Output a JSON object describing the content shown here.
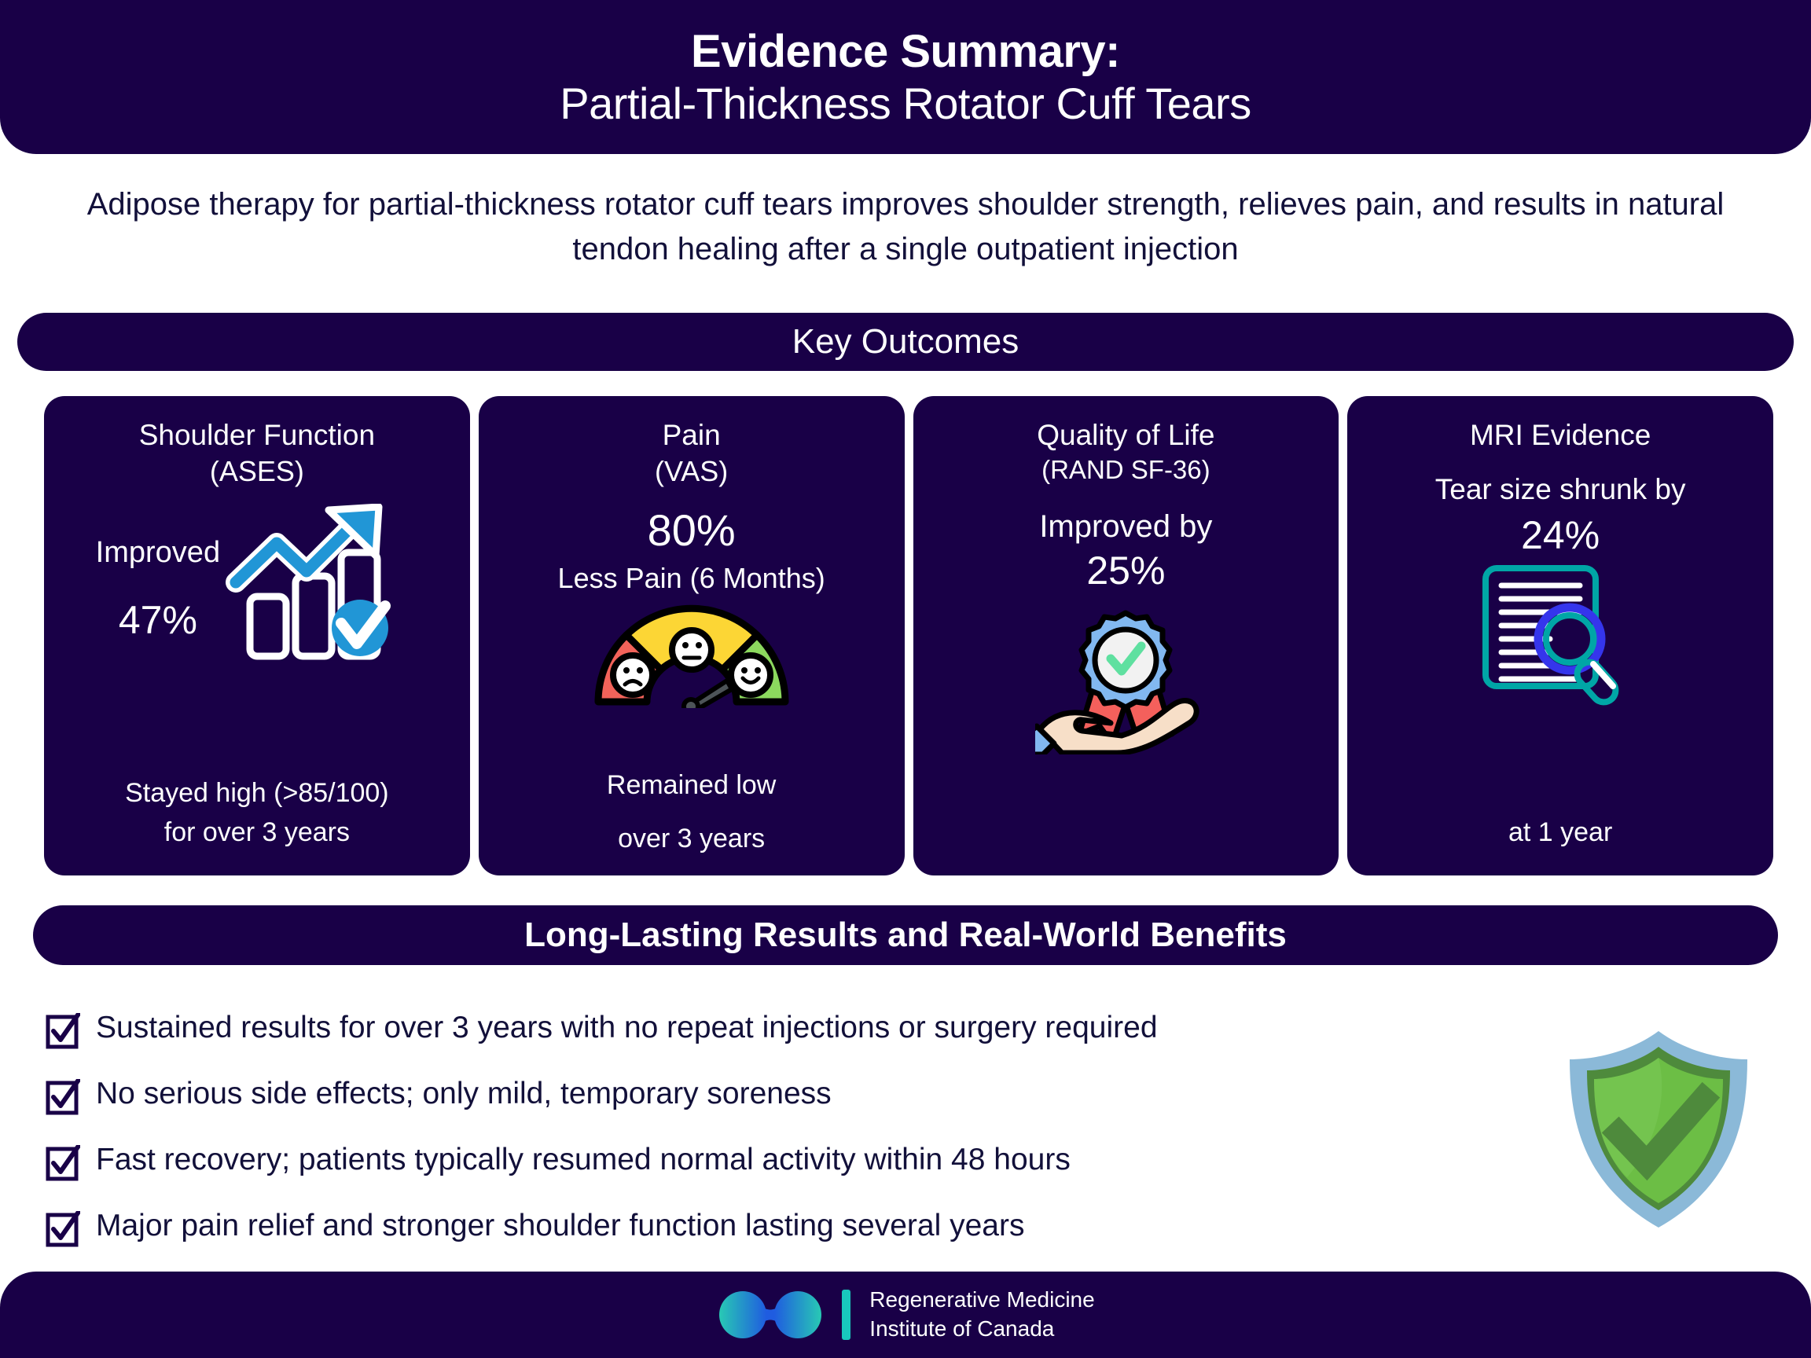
{
  "header": {
    "line1": "Evidence Summary:",
    "line2": "Partial-Thickness Rotator Cuff Tears"
  },
  "subtitle": "Adipose therapy for partial-thickness rotator cuff tears improves shoulder strength, relieves pain, and results in natural tendon healing after a single outpatient injection",
  "sections": {
    "key_outcomes_banner": "Key Outcomes",
    "long_lasting_banner": "Long-Lasting Results and Real-World Benefits"
  },
  "cards": [
    {
      "title": "Shoulder Function",
      "subtitle": "(ASES)",
      "label": "Improved",
      "value": "47%",
      "footer_line1": "Stayed high (>85/100)",
      "footer_line2": "for over 3 years",
      "icon": "bar-chart-up-arrow-check-icon"
    },
    {
      "title": "Pain",
      "subtitle": "(VAS)",
      "value": "80%",
      "label": "Less Pain (6 Months)",
      "footer_line1": "Remained low",
      "footer_line2": "over 3 years",
      "icon": "satisfaction-gauge-icon"
    },
    {
      "title": "Quality of Life",
      "subtitle": "(RAND SF-36)",
      "label": "Improved by",
      "value": "25%",
      "icon": "hand-holding-award-badge-icon"
    },
    {
      "title": "MRI Evidence",
      "label": "Tear size shrunk by",
      "value": "24%",
      "footer_line1": "at 1 year",
      "icon": "document-magnifier-icon"
    }
  ],
  "benefits": [
    "Sustained results for over 3 years with no repeat injections or surgery required",
    "No serious side effects; only mild, temporary soreness",
    "Fast recovery; patients typically resumed normal activity within 48 hours",
    "Major pain relief and stronger shoulder function lasting several years"
  ],
  "shield_icon": "green-shield-check-icon",
  "footer": {
    "logo_icon": "dumbbell-cell-logo-icon",
    "org_line1": "Regenerative Medicine",
    "org_line2": "Institute of Canada"
  },
  "colors": {
    "navy": "#190047",
    "text_navy": "#12103a",
    "accent_blue": "#2196d6",
    "teal": "#00a6a6",
    "gauge_red": "#f2635a",
    "gauge_yellow": "#fcd635",
    "gauge_green": "#8cd95e",
    "shield_green": "#6cbe45",
    "shield_blue": "#8bb9d8"
  }
}
